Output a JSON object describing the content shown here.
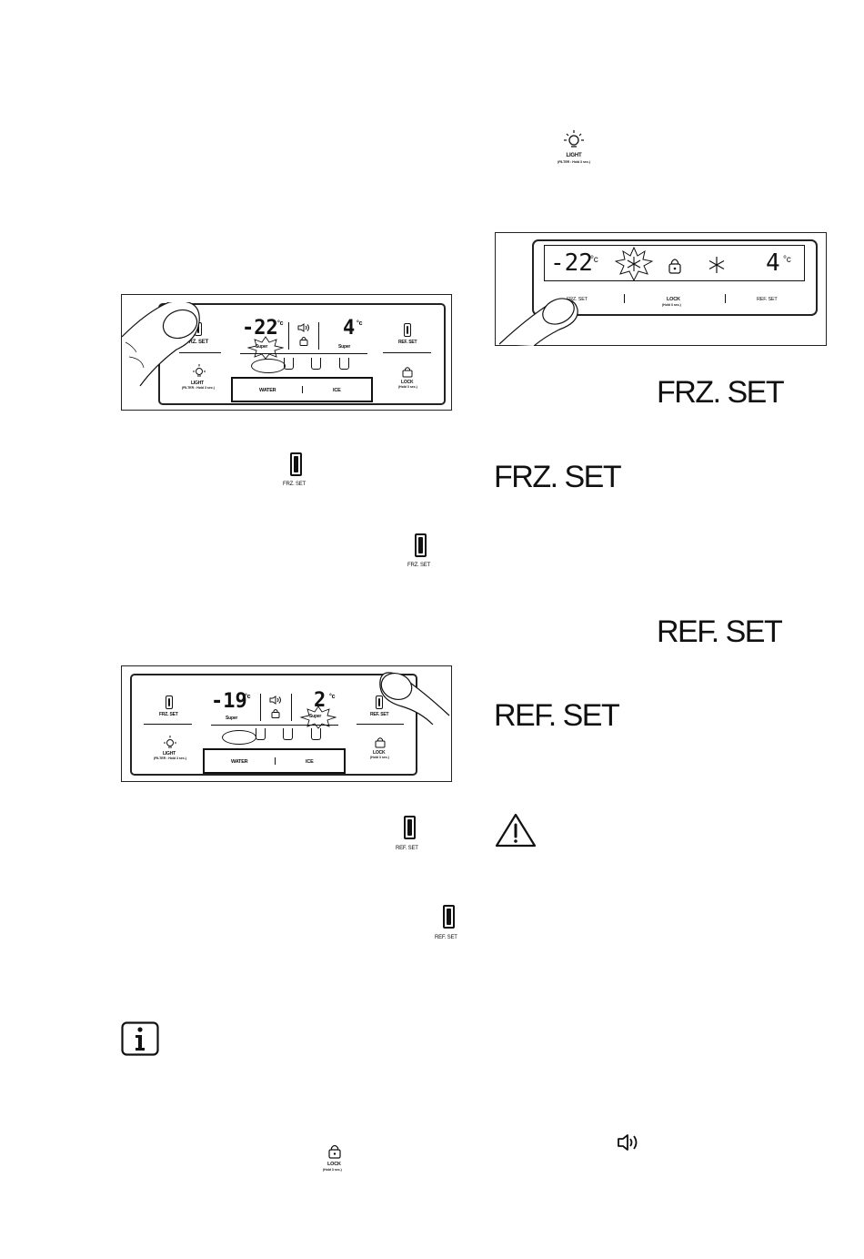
{
  "top_light_icon": {
    "label": "LIGHT",
    "sublabel": "(FILTER : Hold 3 sec.)"
  },
  "panel1": {
    "frz_label": "FRZ. SET",
    "frz_temp": "-22",
    "unit": "°c",
    "super_label": "Super",
    "ref_temp": "4",
    "ref_super": "Super",
    "ref_label": "REF. SET",
    "light_label": "LIGHT",
    "light_sub": "(FILTER : Hold 3 sec.)",
    "lock_label": "LOCK",
    "lock_sub": "(Hold 3 sec.)",
    "water_label": "WATER",
    "ice_label": "ICE"
  },
  "panel2": {
    "frz_temp": "-22",
    "unit": "°c",
    "ref_temp": "4",
    "frz_label": "FRZ. SET",
    "lock_label": "LOCK",
    "lock_sub": "(Hold 3 sec.)",
    "ref_label": "REF. SET"
  },
  "panel3": {
    "frz_label": "FRZ. SET",
    "frz_temp": "-19",
    "unit": "°c",
    "super_label": "Super",
    "ref_temp": "2",
    "ref_super": "Super",
    "ref_label": "REF. SET",
    "light_label": "LIGHT",
    "light_sub": "(FILTER : Hold 3 sec.)",
    "lock_label": "LOCK",
    "lock_sub": "(Hold 3 sec.)",
    "water_label": "WATER",
    "ice_label": "ICE"
  },
  "labels": {
    "frz_set_1": "FRZ. SET",
    "frz_set_2": "FRZ. SET",
    "big_frz_1": "FRZ. SET",
    "big_frz_2": "FRZ. SET",
    "big_ref_1": "REF. SET",
    "big_ref_2": "REF. SET",
    "ref_set_1": "REF. SET",
    "ref_set_2": "REF. SET",
    "lock": "LOCK",
    "lock_sub": "(Hold 3 sec.)"
  }
}
